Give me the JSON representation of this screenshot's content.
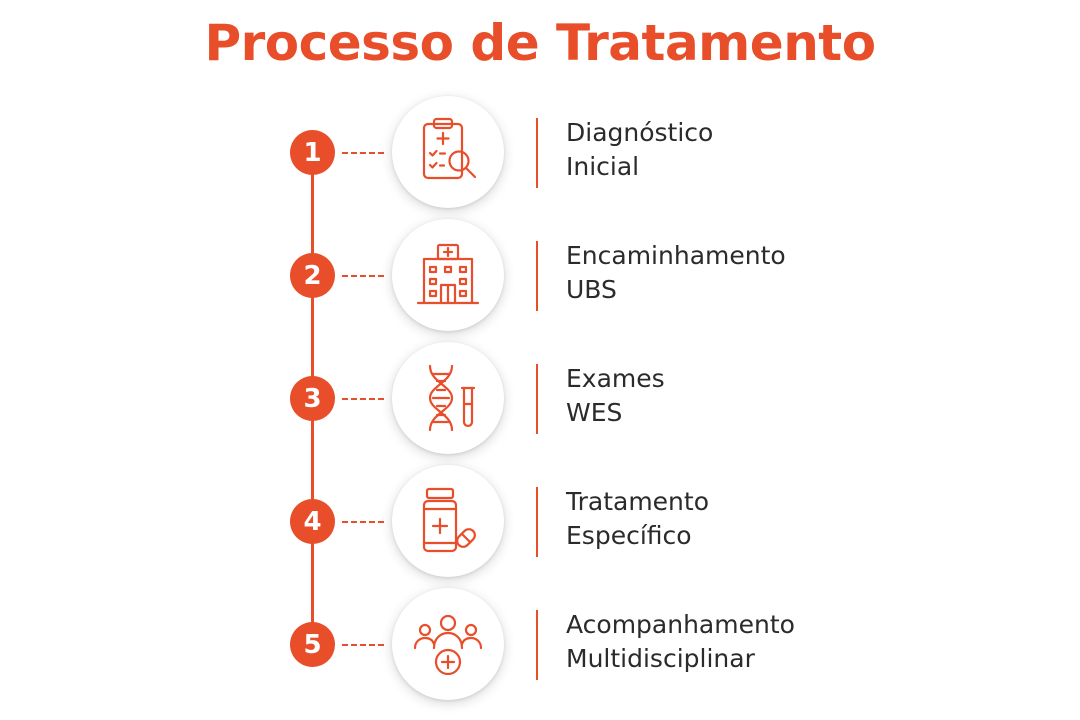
{
  "title": "Processo de Tratamento",
  "accent_color": "#e94e2a",
  "text_color": "#2b2b2b",
  "steps": [
    {
      "number": "1",
      "line1": "Diagnóstico",
      "line2": "Inicial",
      "icon": "clipboard-magnifier-icon"
    },
    {
      "number": "2",
      "line1": "Encaminhamento",
      "line2": "UBS",
      "icon": "hospital-building-icon"
    },
    {
      "number": "3",
      "line1": "Exames",
      "line2": "WES",
      "icon": "dna-test-tube-icon"
    },
    {
      "number": "4",
      "line1": "Tratamento",
      "line2": "Específico",
      "icon": "medicine-bottle-pill-icon"
    },
    {
      "number": "5",
      "line1": "Acompanhamento",
      "line2": "Multidisciplinar",
      "icon": "team-medical-icon"
    }
  ]
}
